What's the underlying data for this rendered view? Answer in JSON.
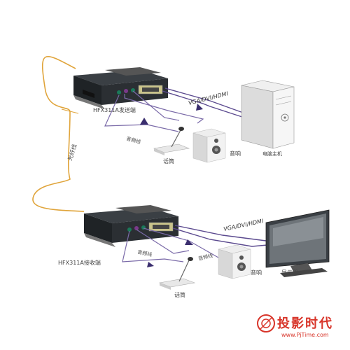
{
  "labels": {
    "sender": "HFX311A发送端",
    "receiver": "HFX311A接收端",
    "fiber": "光纤线",
    "vga_top": "VGA/DVI/HDMI",
    "vga_bottom": "VGA/DVI/HDMI",
    "audio_line_top": "音频线",
    "mic_top": "话筒",
    "speaker_top": "音响",
    "pc": "电脑主机",
    "audio_line_bottom_left": "音频线",
    "audio_line_bottom_right": "音频线",
    "mic_bottom": "话筒",
    "speaker_bottom": "音响",
    "monitor": "显示器"
  },
  "watermark": {
    "text": "投影时代",
    "url": "www.PjTime.com"
  },
  "colors": {
    "fiber": "#e0a43a",
    "video_cable": "#5b4a8f",
    "audio_cable": "#7a6aa8",
    "device_body": "#2b2f33",
    "watermark": "#d8352a"
  }
}
